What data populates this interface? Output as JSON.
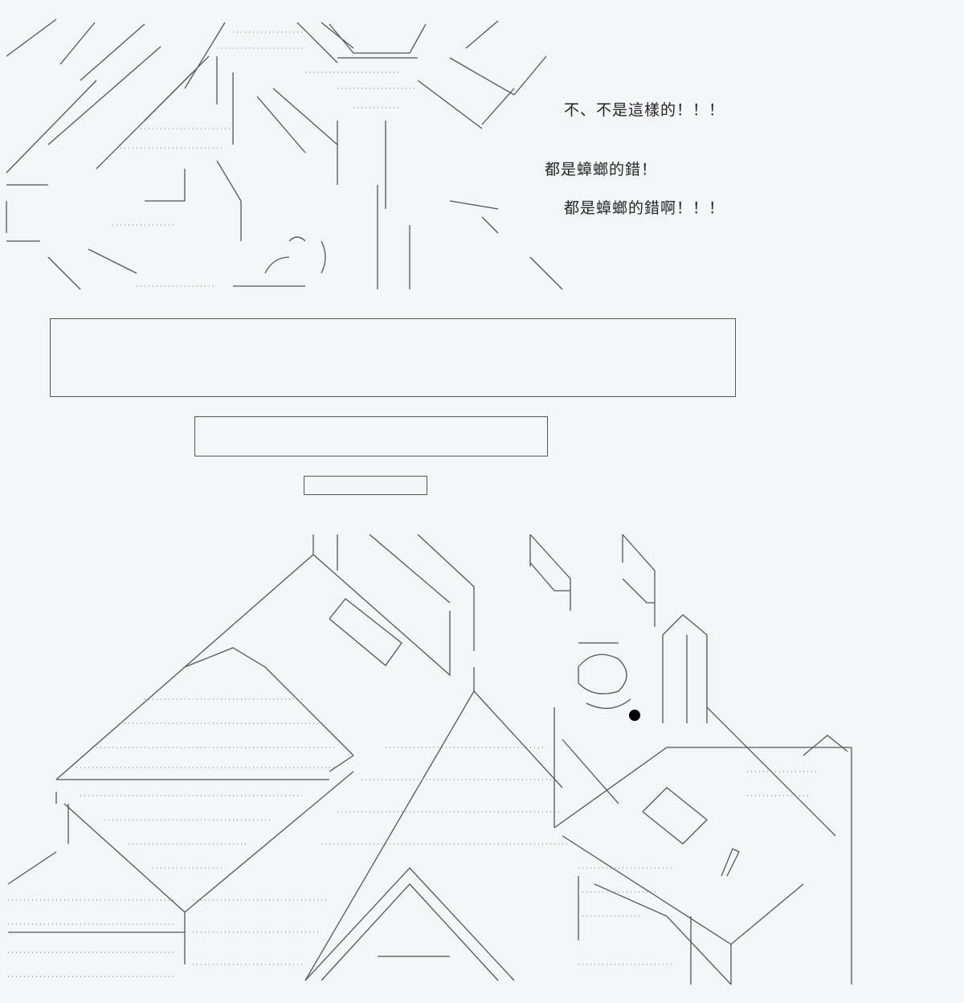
{
  "dialogue": {
    "line_1": "不、不是這樣的！！！",
    "line_2": "都是蟑螂的錯！",
    "line_3": "都是蟑螂的錯啊！！！"
  },
  "art": {
    "top_panel": "character-closeup-ascii-art",
    "bottom_panel": "rooftops-with-small-figure-ascii-art"
  }
}
